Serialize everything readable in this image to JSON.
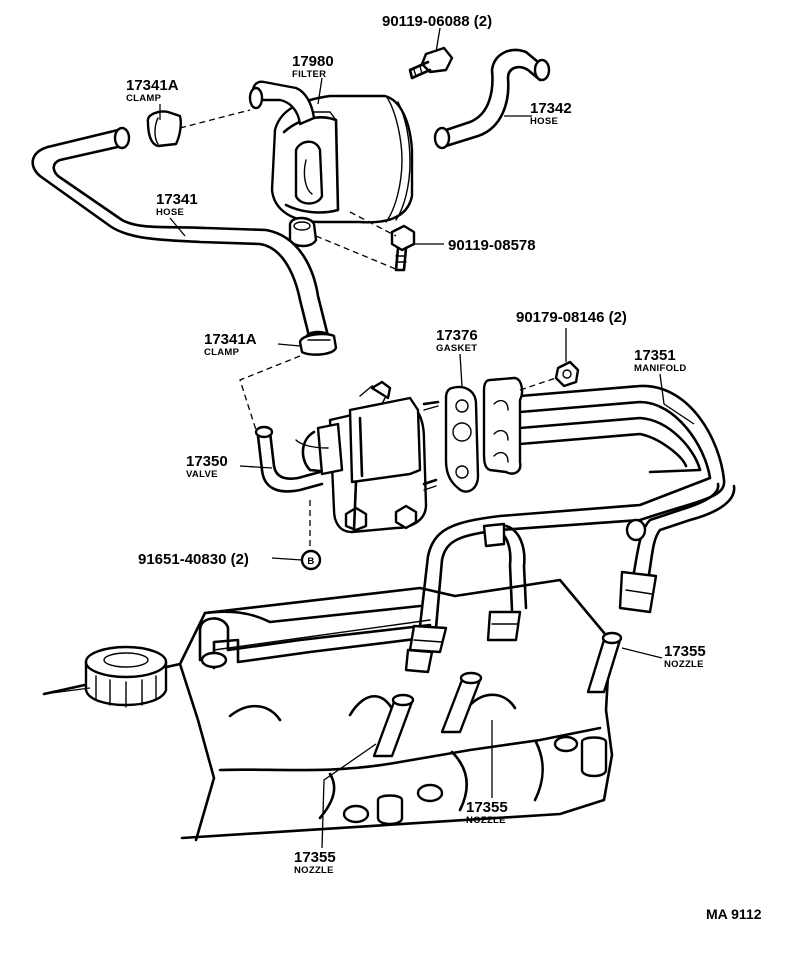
{
  "parts": {
    "bolt_top": {
      "number": "90119-06088 (2)"
    },
    "filter": {
      "number": "17980",
      "name": "FILTER"
    },
    "clamp_top": {
      "number": "17341A",
      "name": "CLAMP"
    },
    "hose_small": {
      "number": "17342",
      "name": "HOSE"
    },
    "hose_main": {
      "number": "17341",
      "name": "HOSE"
    },
    "bolt_mid": {
      "number": "90119-08578"
    },
    "clamp_mid": {
      "number": "17341A",
      "name": "CLAMP"
    },
    "gasket": {
      "number": "17376",
      "name": "GASKET"
    },
    "nut": {
      "number": "90179-08146 (2)"
    },
    "manifold": {
      "number": "17351",
      "name": "MANIFOLD"
    },
    "valve": {
      "number": "17350",
      "name": "VALVE"
    },
    "stud": {
      "number": "91651-40830 (2)",
      "symbol": "B"
    },
    "nozzle_right": {
      "number": "17355",
      "name": "NOZZLE"
    },
    "nozzle_center": {
      "number": "17355",
      "name": "NOZZLE"
    },
    "nozzle_left": {
      "number": "17355",
      "name": "NOZZLE"
    }
  },
  "reference": "MA 9112"
}
